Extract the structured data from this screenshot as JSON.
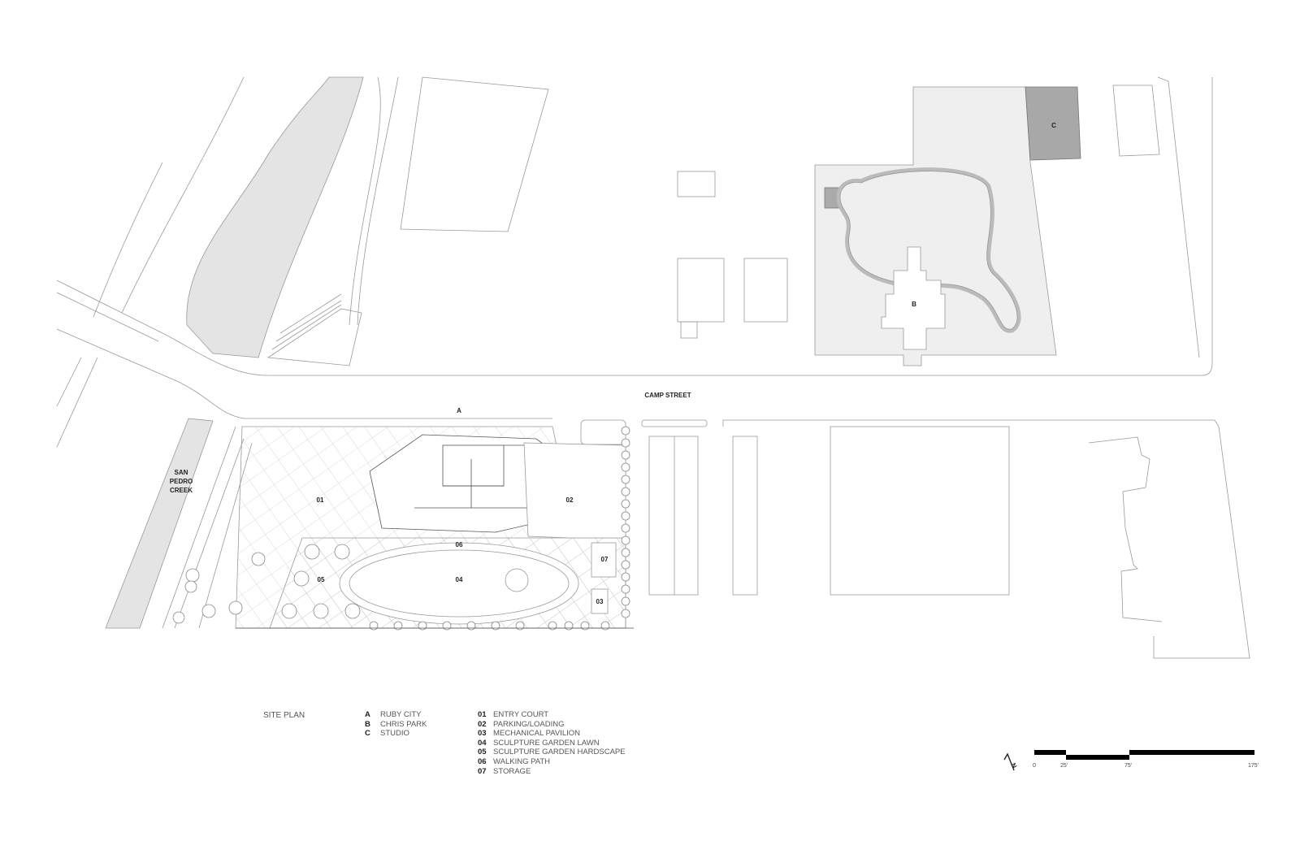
{
  "title": "SITE PLAN",
  "labels": {
    "camp_street": "CAMP STREET",
    "creek": [
      "SAN",
      "PEDRO",
      "CREEK"
    ],
    "A": "A",
    "B": "B",
    "C": "C",
    "areas": [
      "01",
      "02",
      "03",
      "04",
      "05",
      "06",
      "07"
    ]
  },
  "legend_letters": [
    {
      "key": "A",
      "label": "RUBY CITY"
    },
    {
      "key": "B",
      "label": "CHRIS PARK"
    },
    {
      "key": "C",
      "label": "STUDIO"
    }
  ],
  "legend_numbers": [
    {
      "key": "01",
      "label": "ENTRY COURT"
    },
    {
      "key": "02",
      "label": "PARKING/LOADING"
    },
    {
      "key": "03",
      "label": "MECHANICAL PAVILION"
    },
    {
      "key": "04",
      "label": "SCULPTURE GARDEN LAWN"
    },
    {
      "key": "05",
      "label": "SCULPTURE GARDEN HARDSCAPE"
    },
    {
      "key": "06",
      "label": "WALKING PATH"
    },
    {
      "key": "07",
      "label": "STORAGE"
    }
  ],
  "scale": {
    "ticks": [
      "0",
      "25'",
      "75'",
      "175'"
    ]
  },
  "north": "N",
  "colors": {
    "water": "#e4e4e4",
    "park": "#efefef",
    "studio": "#a8a8a8",
    "line": "#999999"
  }
}
